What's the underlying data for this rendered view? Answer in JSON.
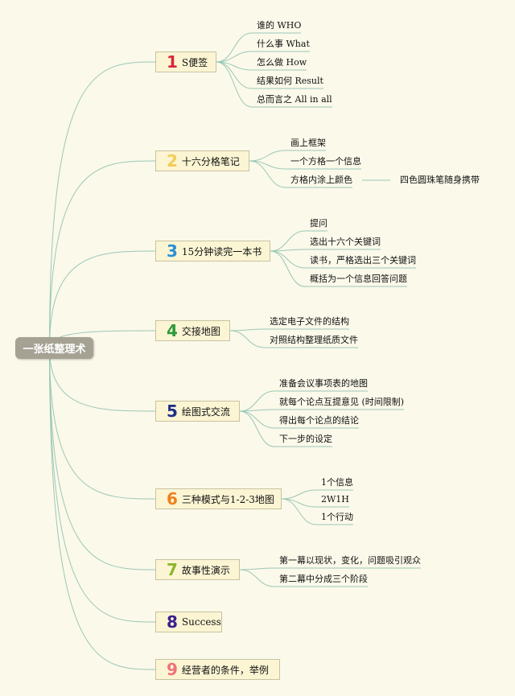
{
  "root": {
    "label": "一张纸整理术"
  },
  "branches": [
    {
      "num": "1",
      "num_color": "#d9283a",
      "label": "S便签",
      "children": [
        {
          "label": "谁的 WHO"
        },
        {
          "label": "什么事 What"
        },
        {
          "label": "怎么做 How"
        },
        {
          "label": "结果如何 Result"
        },
        {
          "label": "总而言之 All in all"
        }
      ]
    },
    {
      "num": "2",
      "num_color": "#f2cd55",
      "label": "十六分格笔记",
      "children": [
        {
          "label": "画上框架"
        },
        {
          "label": "一个方格一个信息"
        },
        {
          "label": "方格内涂上颜色",
          "children": [
            {
              "label": "四色圆珠笔随身携带"
            }
          ]
        }
      ]
    },
    {
      "num": "3",
      "num_color": "#2d8fd2",
      "label": "15分钟读完一本书",
      "children": [
        {
          "label": "提问"
        },
        {
          "label": "选出十六个关键词"
        },
        {
          "label": "读书，严格选出三个关键词"
        },
        {
          "label": "概括为一个信息回答问题"
        }
      ]
    },
    {
      "num": "4",
      "num_color": "#2e9a3a",
      "label": "交接地图",
      "children": [
        {
          "label": "选定电子文件的结构"
        },
        {
          "label": "对照结构整理纸质文件"
        }
      ]
    },
    {
      "num": "5",
      "num_color": "#1f2f86",
      "label": "绘图式交流",
      "children": [
        {
          "label": "准备会议事项表的地图"
        },
        {
          "label": "就每个论点互提意见 (时间限制)"
        },
        {
          "label": "得出每个论点的结论"
        },
        {
          "label": "下一步的设定"
        }
      ]
    },
    {
      "num": "6",
      "num_color": "#f07f1e",
      "label": "三种模式与1-2-3地图",
      "children": [
        {
          "label": "1个信息"
        },
        {
          "label": "2W1H"
        },
        {
          "label": "1个行动"
        }
      ]
    },
    {
      "num": "7",
      "num_color": "#8bb62a",
      "label": "故事性演示",
      "children": [
        {
          "label": "第一幕以现状，变化，问题吸引观众"
        },
        {
          "label": "第二幕中分成三个阶段"
        }
      ]
    },
    {
      "num": "8",
      "num_color": "#3a1f8c",
      "label": "Success",
      "children": []
    },
    {
      "num": "9",
      "num_color": "#f0717a",
      "label": "经营者的条件，举例",
      "children": []
    }
  ]
}
